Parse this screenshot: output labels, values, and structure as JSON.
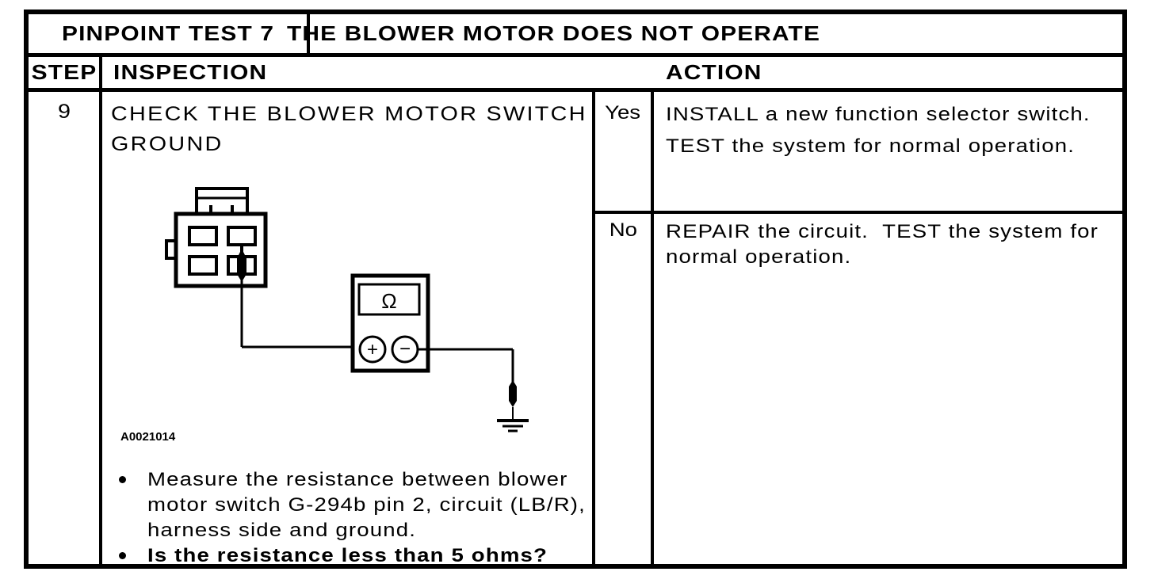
{
  "title_row": {
    "label": "PINPOINT TEST 7",
    "title": "THE BLOWER MOTOR DOES NOT OPERATE"
  },
  "header_row": {
    "step": "STEP",
    "inspection": "INSPECTION",
    "action": "ACTION"
  },
  "step": {
    "number": "9",
    "heading_lines": [
      "CHECK THE BLOWER MOTOR SWITCH",
      "GROUND"
    ],
    "figure_id": "A0021014",
    "bullet1_lines": [
      "Measure the resistance between blower",
      "motor switch G-294b pin 2, circuit (LB/R),",
      "harness side and ground."
    ],
    "bullet2": "Is the resistance less than 5 ohms?",
    "yes": {
      "label": "Yes",
      "line1": "INSTALL a new function selector switch.",
      "line2": "TEST the system for normal operation."
    },
    "no": {
      "label": "No",
      "lines": [
        "REPAIR the circuit.  TEST the system for",
        "normal operation."
      ]
    }
  },
  "diagram": {
    "omega": "Ω",
    "plus": "+",
    "minus": "−"
  },
  "colors": {
    "ink": "#000000",
    "paper": "#ffffff"
  }
}
